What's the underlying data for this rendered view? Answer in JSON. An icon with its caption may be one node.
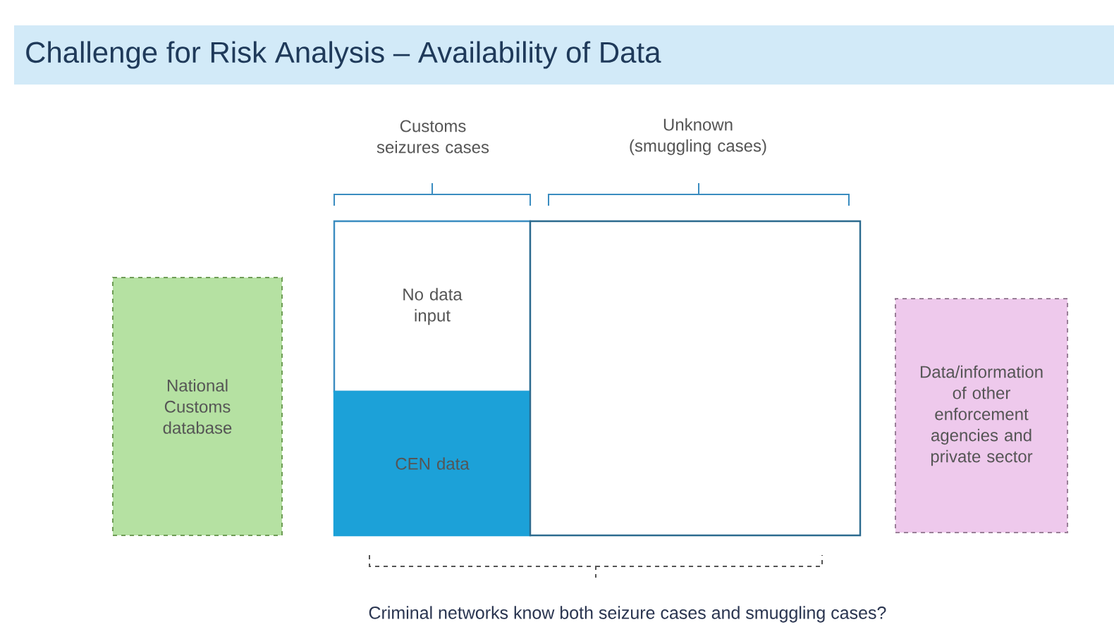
{
  "diagram": {
    "title": "Challenge for Risk Analysis – Availability of Data",
    "caption": "Criminal networks know both seizure cases and smuggling cases?",
    "nodes": [
      {
        "text": [
          "National Customs database"
        ]
      },
      {
        "text": [
          "No data input"
        ]
      },
      {
        "text": [
          "CEN data"
        ]
      },
      {
        "text": [],
        "shape": "box"
      },
      {
        "text": [
          "Data/information of other enforcement agencies and private sector"
        ]
      }
    ],
    "labels": [
      "Customs seizures cases",
      "Unknown (smuggling cases)"
    ]
  }
}
